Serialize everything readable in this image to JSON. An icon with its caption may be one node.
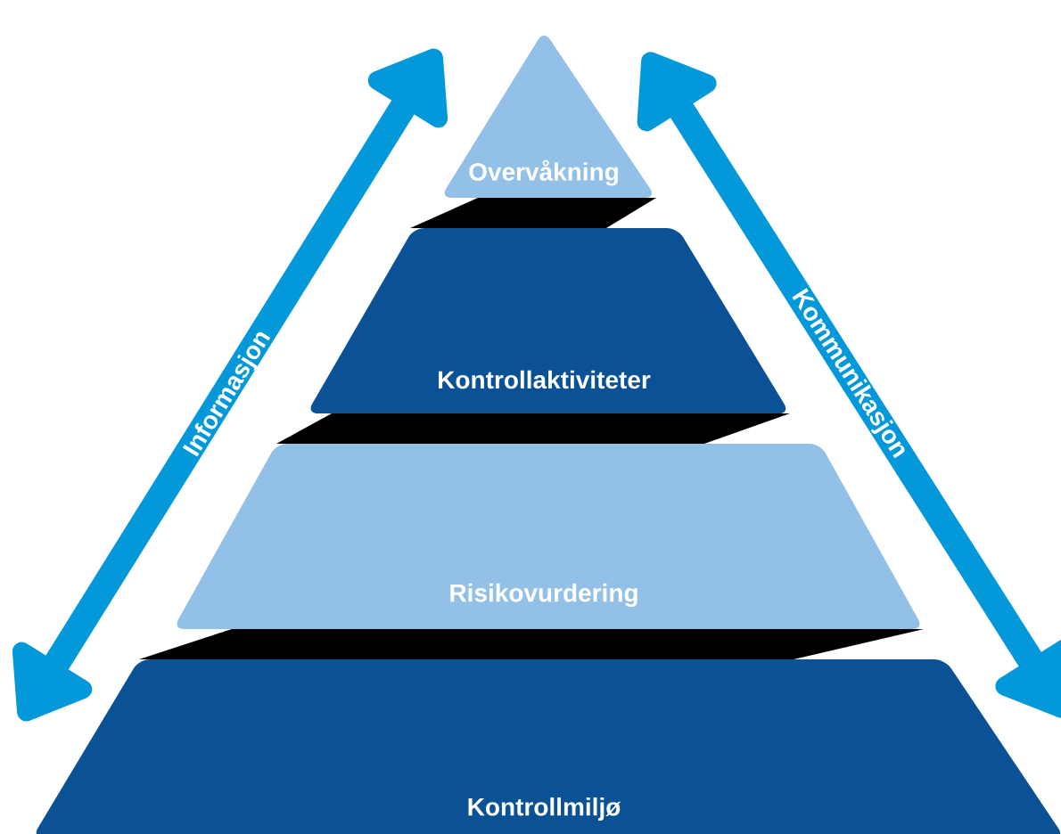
{
  "diagram": {
    "nodes": [
      {
        "text": [
          "Informasjon"
        ]
      },
      {
        "text": [
          "Overvåkning"
        ]
      },
      {
        "text": [
          "Kommunikasjon"
        ]
      },
      {
        "text": [
          "Kontrollaktiviteter"
        ]
      },
      {
        "text": [
          "Risikovurdering"
        ]
      },
      {
        "text": [
          "Kontrollmiljø"
        ]
      }
    ]
  }
}
